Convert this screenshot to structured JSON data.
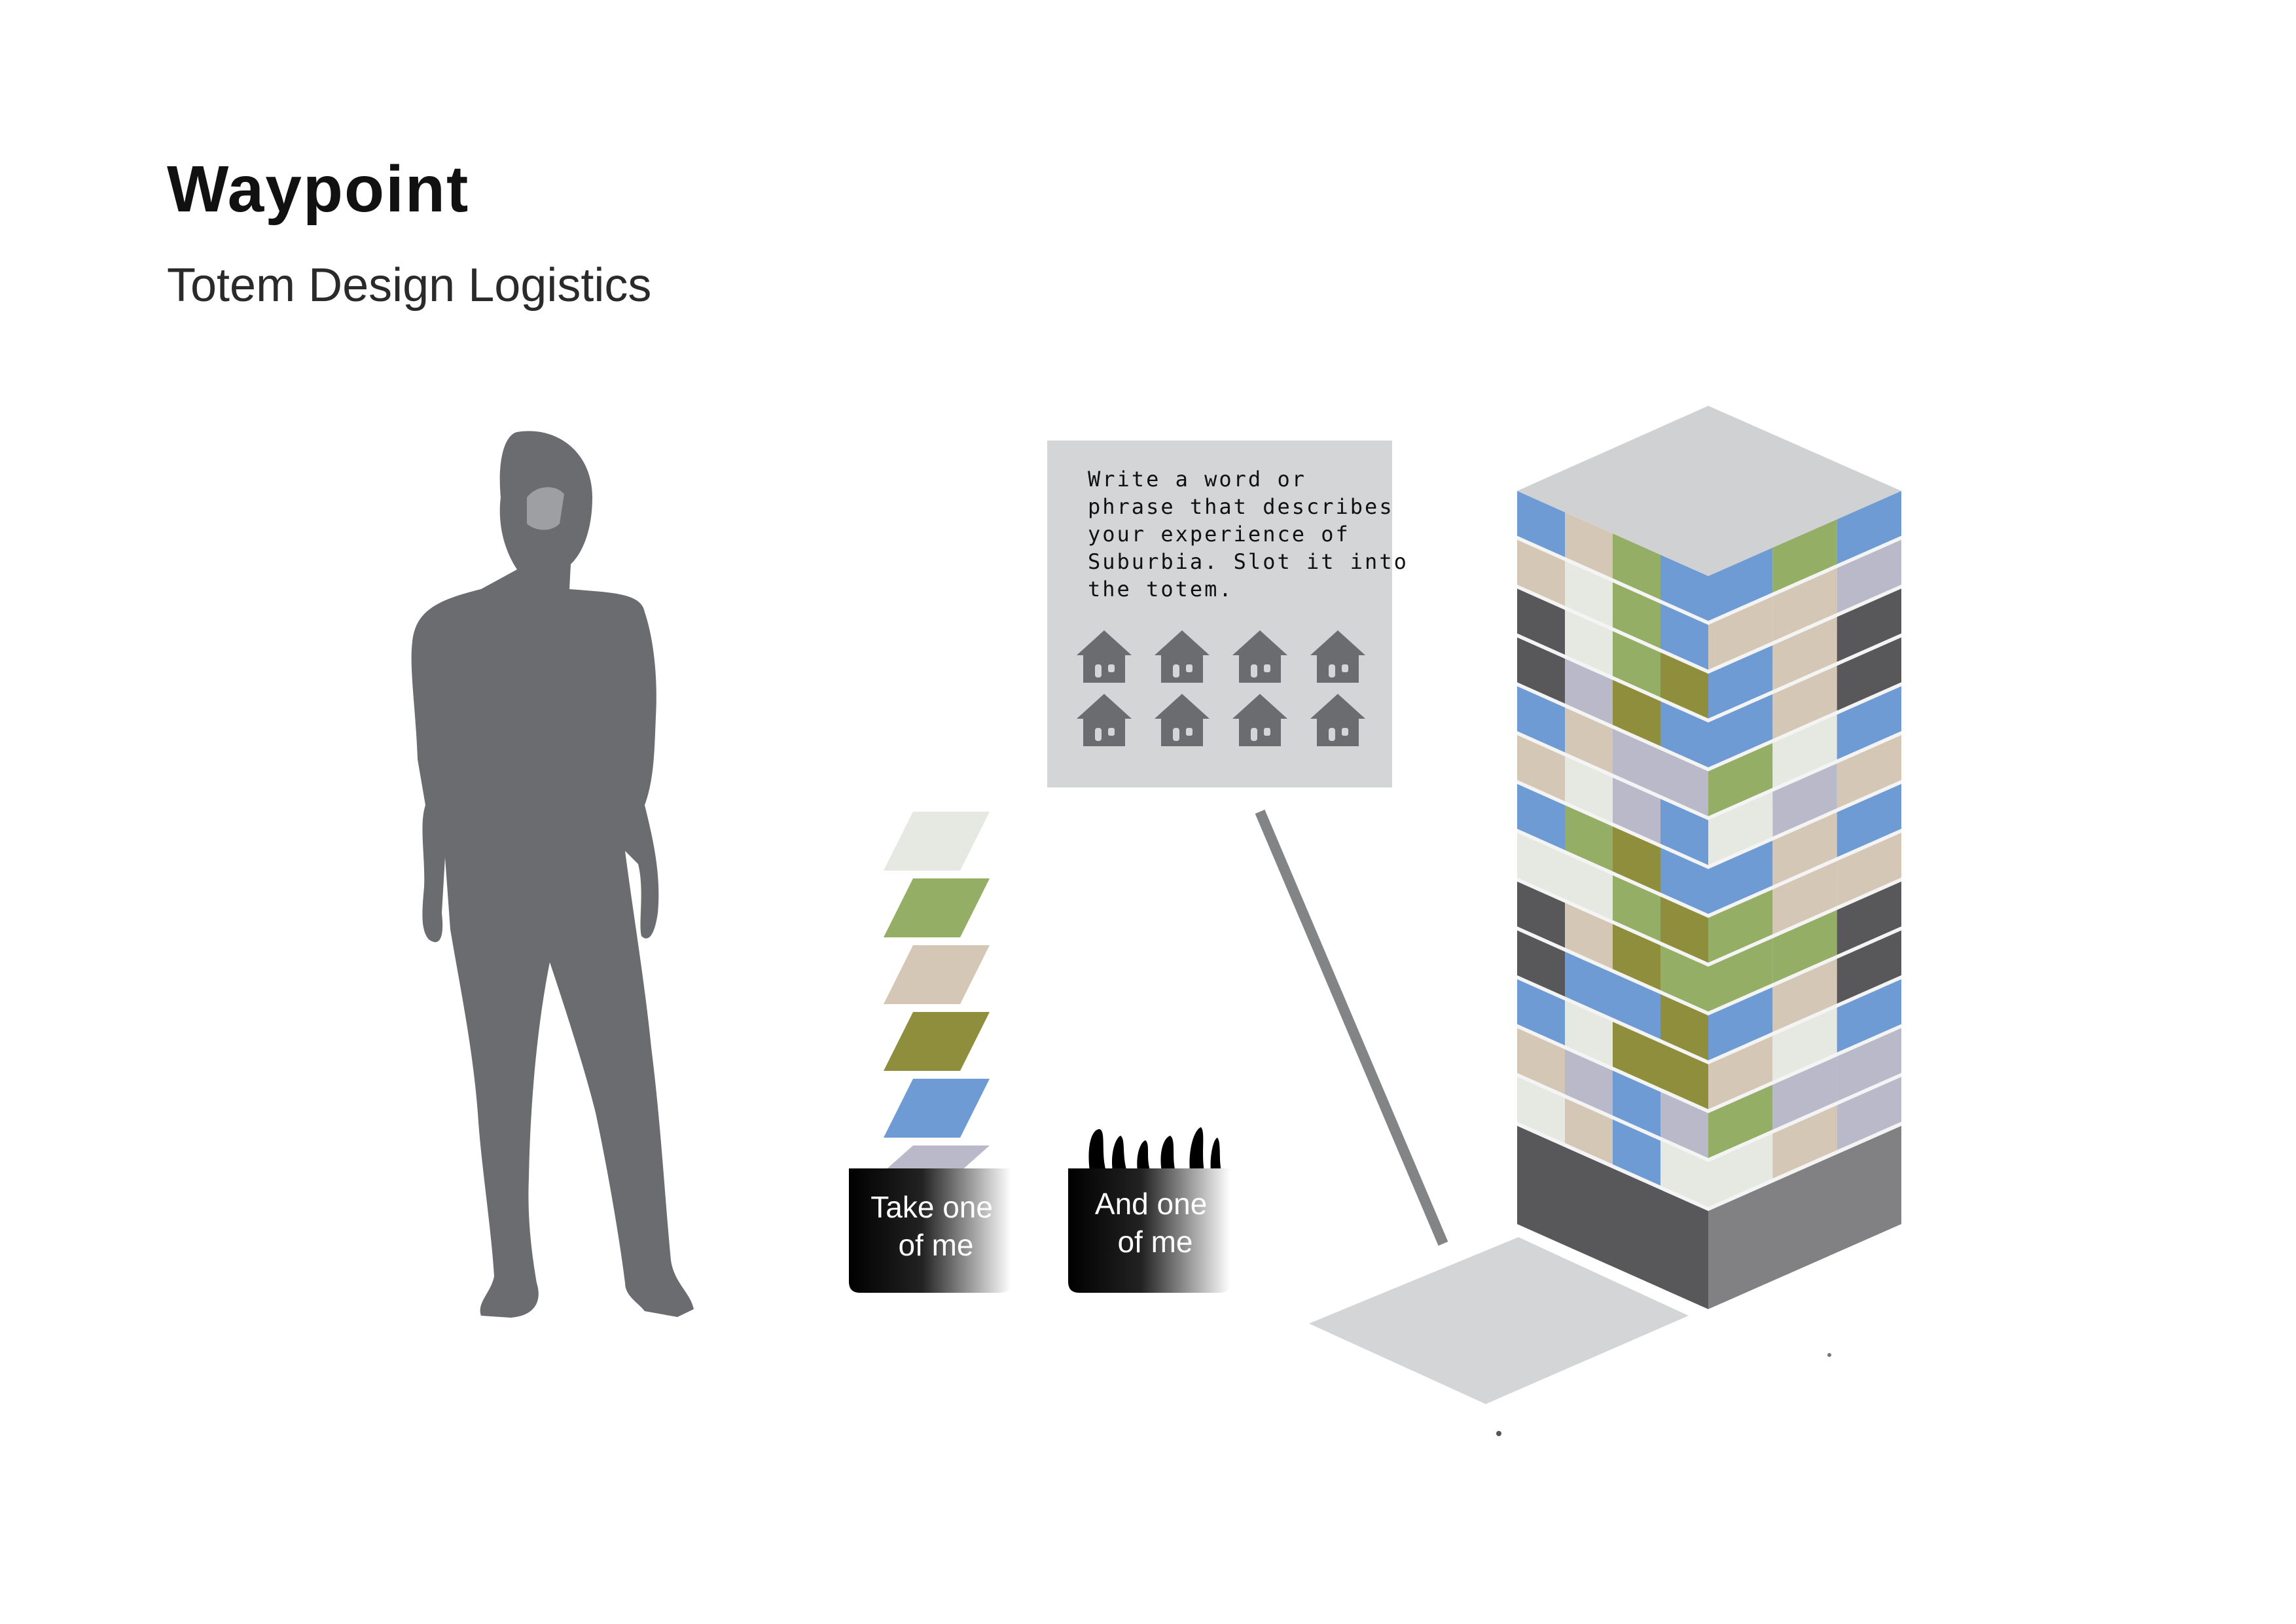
{
  "title": "Waypoint",
  "subtitle": "Totem Design Logistics",
  "sign": {
    "lines": [
      "Write a word or",
      "phrase that describes",
      "your experience of",
      "Suburbia. Slot it into",
      "the totem."
    ],
    "icon": "house-icon",
    "icon_count": 8
  },
  "buckets": [
    {
      "label_line1": "Take one",
      "label_line2": "of me"
    },
    {
      "label_line1": "And one",
      "label_line2": "of me"
    }
  ],
  "card_colors": [
    "#e6e8e2",
    "#94ae65",
    "#d5c7b5",
    "#8f8e3c",
    "#6e9bd4",
    "#b9b9c9"
  ],
  "colors": {
    "figure": "#6b6c70",
    "sign_bg": "#d4d5d7",
    "pole": "#838486",
    "totem_top": "#d0d1d3",
    "base_left": "#58585a",
    "base_right": "#818184",
    "tile_blue": "#6e9bd4",
    "tile_green": "#94ae65",
    "tile_olive": "#8f8e3c",
    "tile_tan": "#d5c7b5",
    "tile_light": "#e6e8e2",
    "tile_lavender": "#b9b9c9",
    "tile_dark": "#58585a"
  }
}
